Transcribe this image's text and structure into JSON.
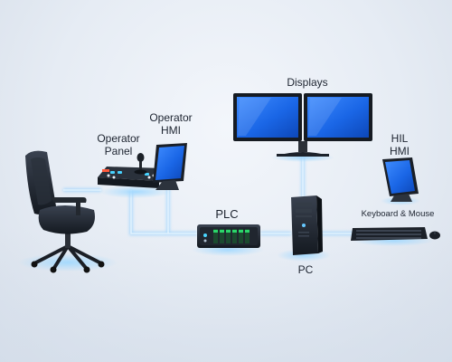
{
  "labels": {
    "displays": "Displays",
    "operator_panel": [
      "Operator",
      "Panel"
    ],
    "operator_hmi": [
      "Operator",
      "HMI"
    ],
    "hil_hmi": [
      "HIL",
      "HMI"
    ],
    "keyboard_mouse": "Keyboard & Mouse",
    "plc": "PLC",
    "pc": "PC"
  },
  "colors": {
    "screen_blue": "#1a66e6",
    "connection_glow": "#7ec8ff",
    "device_dark": "#1c222b",
    "plc_leds": "#2bd66a"
  },
  "icons": [
    "office-chair-icon",
    "control-panel-icon",
    "joystick-icon",
    "tablet-icon",
    "dual-monitor-icon",
    "plc-icon",
    "tower-pc-icon",
    "keyboard-icon",
    "mouse-icon"
  ]
}
